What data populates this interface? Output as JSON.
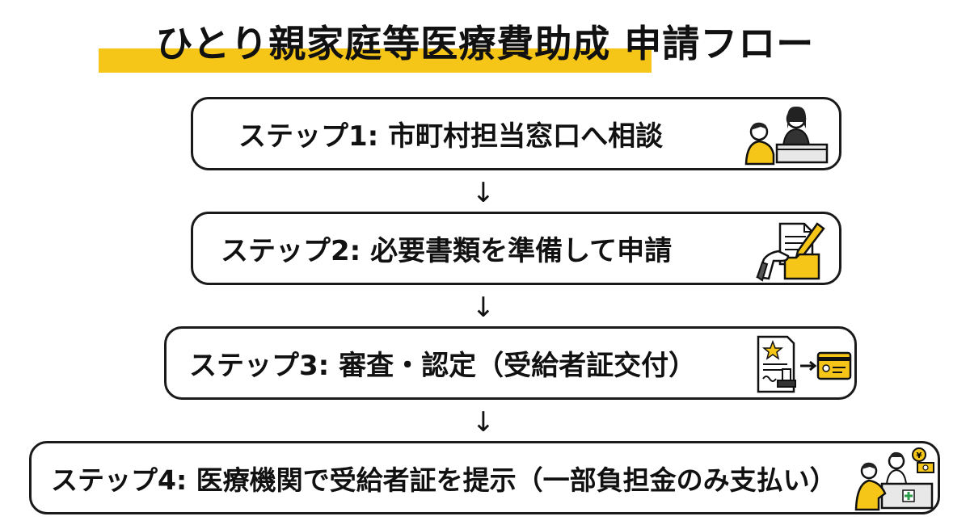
{
  "title": "ひとり親家庭等医療費助成 申請フロー",
  "steps": [
    {
      "label": "ステップ1: 市町村担当窓口へ相談",
      "icon": "consultation-counter-icon"
    },
    {
      "label": "ステップ2: 必要書類を準備して申請",
      "icon": "document-application-icon"
    },
    {
      "label": "ステップ3: 審査・認定（受給者証交付）",
      "icon": "certificate-card-icon"
    },
    {
      "label": "ステップ4: 医療機関で受給者証を提示（一部負担金のみ支払い）",
      "icon": "clinic-payment-icon"
    }
  ],
  "arrow_glyph": "↓",
  "colors": {
    "accent": "#F5C518",
    "border": "#1a1a1a",
    "text": "#111111"
  }
}
